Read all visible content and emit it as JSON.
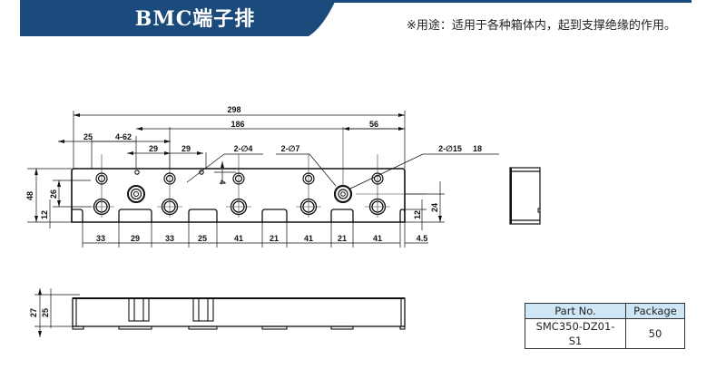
{
  "header": {
    "title": "BMC端子排",
    "usage_note": "※用途：适用于各种箱体内，起到支撑绝缘的作用。",
    "band_color": "#1b4a7c",
    "line_color": "#1b4a7c"
  },
  "drawing": {
    "top_dimensions": {
      "overall_length": "298",
      "hole_span": "186",
      "right_offset": "56",
      "left_offset": "25",
      "slot_callout": "4-62",
      "pitch_a": "29",
      "pitch_b": "29"
    },
    "callouts": {
      "small_hole": "2-∅4",
      "mid_hole": "2-∅7",
      "large_hole": "2-∅15",
      "large_hole_depth": "18",
      "small_hole_offset": "4"
    },
    "left_dimensions": {
      "height": "48",
      "row_spacing": "26",
      "bottom_row": "12"
    },
    "right_dimensions": {
      "large_hole_height": "24",
      "bottom_row": "12"
    },
    "bottom_dimensions": [
      "33",
      "29",
      "33",
      "25",
      "41",
      "21",
      "41",
      "21",
      "41",
      "4.5"
    ],
    "side_view_dimensions": {
      "total_height": "27",
      "body_height": "25"
    }
  },
  "spec_table": {
    "headers": [
      "Part No.",
      "Package"
    ],
    "rows": [
      [
        "SMC350-DZ01-S1",
        "50"
      ]
    ]
  }
}
